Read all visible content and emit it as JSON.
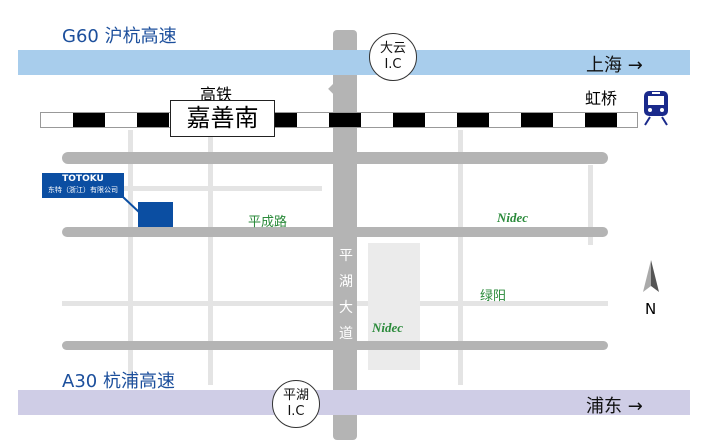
{
  "highways": {
    "top": {
      "label": "G60  沪杭高速",
      "dest": "上海 →"
    },
    "bottom": {
      "label": "A30  杭浦高速",
      "dest": "浦东 →"
    }
  },
  "railway": {
    "label": "高铁",
    "station": "嘉善南",
    "hongqiao": "虹桥"
  },
  "interchanges": {
    "dayun": {
      "line1": "大云",
      "line2": "I.C"
    },
    "pinghu": {
      "line1": "平湖",
      "line2": "I.C"
    }
  },
  "roads": {
    "pingcheng": "平成路",
    "lvyang": "绿阳",
    "main_avenue": [
      "平",
      "湖",
      "大",
      "道"
    ]
  },
  "company": {
    "name": "TOTOKU",
    "subname": "东特（浙江）有限公司"
  },
  "landmarks": {
    "nidec1": "Nidec",
    "nidec2": "Nidec"
  },
  "compass": {
    "label": "N"
  },
  "colors": {
    "highway_top": "#a8cdec",
    "highway_bottom": "#cfcde6",
    "company": "#0b4ea2",
    "train": "#1a2a8c"
  }
}
